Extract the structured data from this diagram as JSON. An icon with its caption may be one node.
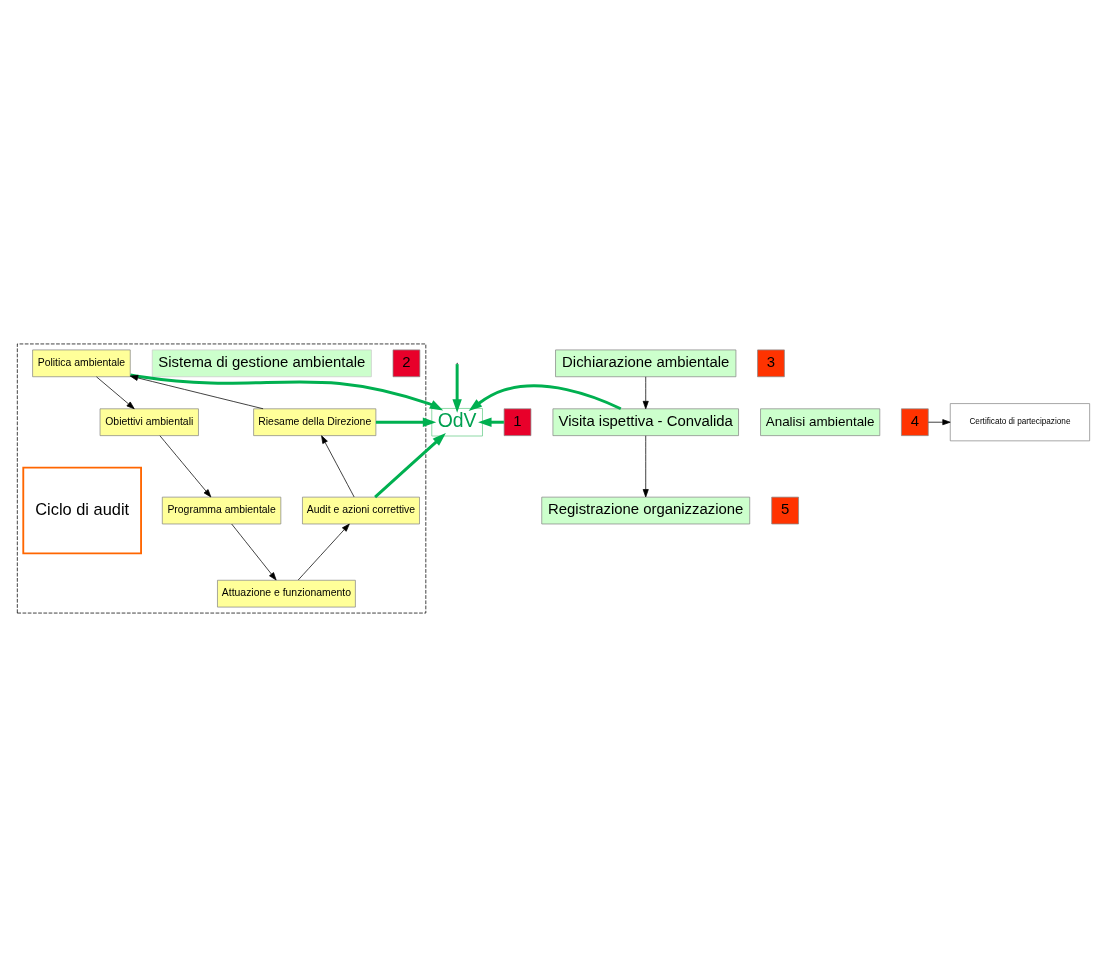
{
  "diagram": {
    "nodes": [
      {
        "text": [
          "OdV"
        ]
      },
      {
        "text": [
          "1"
        ]
      },
      {
        "text": [
          "Analisi ambientale"
        ]
      },
      {
        "text": [],
        "shape": "box"
      },
      {
        "text": [
          "2"
        ],
        "in": 3
      },
      {
        "text": [
          "Sistema di gestione ambientale"
        ],
        "in": 3
      },
      {
        "text": [
          "Politica ambientale"
        ],
        "in": 3
      },
      {
        "text": [
          "Obiettivi ambientali"
        ],
        "in": 3
      },
      {
        "text": [
          "Programma ambientale"
        ],
        "in": 3
      },
      {
        "text": [
          "Attuazione e funzionamento"
        ],
        "in": 3
      },
      {
        "text": [
          "Audit e azioni correttive"
        ],
        "in": 3
      },
      {
        "text": [
          "Riesame della Direzione"
        ],
        "in": 3
      },
      {
        "text": [
          "Ciclo di audit"
        ],
        "in": 3
      },
      {
        "text": [
          "3"
        ]
      },
      {
        "text": [
          "Dichiarazione ambientale"
        ]
      },
      {
        "text": [
          "Certificato di partecipazione"
        ]
      },
      {
        "text": [
          "4"
        ]
      },
      {
        "text": [
          "Visita ispettiva - Convalida"
        ]
      },
      {
        "text": [
          "5"
        ]
      },
      {
        "text": [
          "Registrazione organizzazione"
        ]
      }
    ],
    "edges": [
      {
        "from": 1,
        "to": 0,
        "arrow": "to",
        "style": "thick",
        "color": "#00b050"
      },
      {
        "from": 6,
        "to": 0,
        "arrow": "to",
        "style": "thick",
        "color": "#00b050"
      },
      {
        "from": null,
        "to": 0,
        "arrow": "to",
        "style": "thick",
        "color": "#00b050"
      },
      {
        "from": 11,
        "to": 0,
        "arrow": "to",
        "style": "thick",
        "color": "#00b050"
      },
      {
        "from": 10,
        "to": 0,
        "arrow": "to",
        "style": "thick",
        "color": "#00b050"
      },
      {
        "from": 17,
        "to": 0,
        "arrow": "to",
        "style": "thick",
        "color": "#00b050"
      },
      {
        "from": 6,
        "to": 7,
        "arrow": "to"
      },
      {
        "from": 7,
        "to": 8,
        "arrow": "to"
      },
      {
        "from": 8,
        "to": 9,
        "arrow": "to"
      },
      {
        "from": 9,
        "to": 10,
        "arrow": "to"
      },
      {
        "from": 10,
        "to": 11,
        "arrow": "to"
      },
      {
        "from": 11,
        "to": 6,
        "arrow": "to"
      },
      {
        "from": 14,
        "to": 17,
        "arrow": "to"
      },
      {
        "from": 17,
        "to": 19,
        "arrow": "to"
      },
      {
        "from": 16,
        "to": 15,
        "arrow": "to"
      }
    ]
  }
}
